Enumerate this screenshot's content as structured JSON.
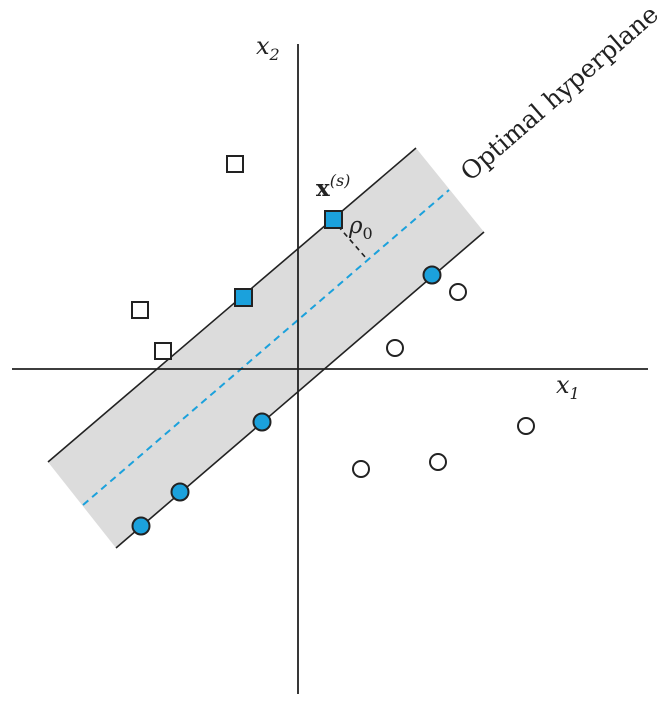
{
  "labels": {
    "x_axis": "x",
    "x_axis_sub": "1",
    "y_axis": "x",
    "y_axis_sub": "2",
    "support_vector": "x",
    "support_vector_sup": "(s)",
    "margin": "ρ",
    "margin_sub": "0",
    "hyperplane": "Optimal hyperplane"
  },
  "colors": {
    "accent": "#1ba1dc",
    "band": "#dcdcdc",
    "stroke": "#222222",
    "hyperplane_line": "#1ba1dc"
  },
  "points": {
    "squares_hollow": 3,
    "squares_support": 2,
    "circles_hollow": 5,
    "circles_support": 4
  }
}
